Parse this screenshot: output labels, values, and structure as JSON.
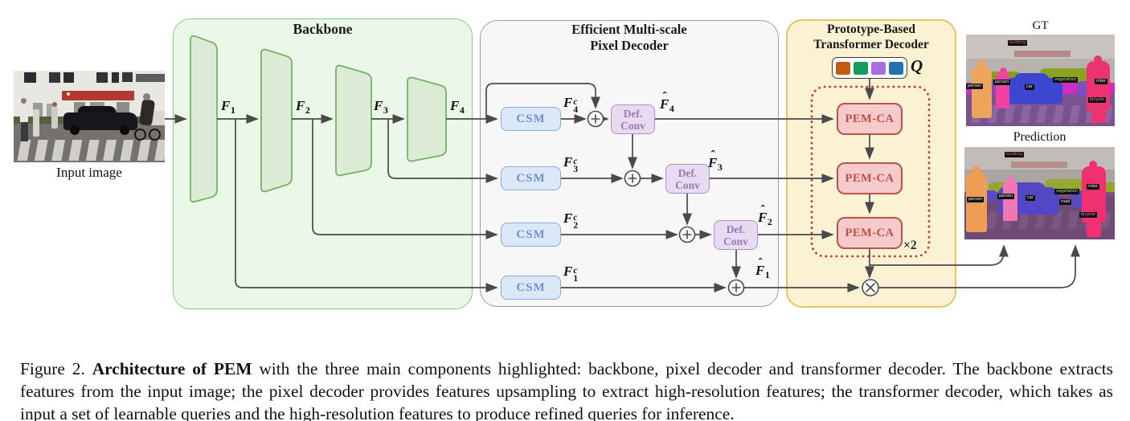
{
  "figure": {
    "input_image": {
      "caption": "Input image"
    },
    "backbone": {
      "title": "Backbone",
      "features": [
        {
          "base": "F",
          "sub": "1"
        },
        {
          "base": "F",
          "sub": "2"
        },
        {
          "base": "F",
          "sub": "3"
        },
        {
          "base": "F",
          "sub": "4"
        }
      ]
    },
    "pixel_decoder": {
      "title_line1": "Efficient Multi-scale",
      "title_line2": "Pixel Decoder",
      "csm_label": "CSM",
      "def_conv_line1": "Def.",
      "def_conv_line2": "Conv",
      "csm_out": [
        {
          "base": "F",
          "sub": "4",
          "sup": "c"
        },
        {
          "base": "F",
          "sub": "3",
          "sup": "c"
        },
        {
          "base": "F",
          "sub": "2",
          "sup": "c"
        },
        {
          "base": "F",
          "sub": "1",
          "sup": "c"
        }
      ],
      "refined": [
        {
          "hat": "ˆ",
          "base": "F",
          "sub": "4"
        },
        {
          "hat": "ˆ",
          "base": "F",
          "sub": "3"
        },
        {
          "hat": "ˆ",
          "base": "F",
          "sub": "2"
        },
        {
          "hat": "ˆ",
          "base": "F",
          "sub": "1"
        }
      ]
    },
    "transformer_decoder": {
      "title_line1": "Prototype-Based",
      "title_line2": "Transformer Decoder",
      "query_label": "Q",
      "query_colors": [
        "#c55a11",
        "#169b62",
        "#a86ee0",
        "#1f72ad"
      ],
      "pem_ca_label": "PEM-CA",
      "repeat_label": "×2"
    },
    "gt": {
      "title": "GT",
      "tags": [
        {
          "text": "building",
          "color": "#e06a66"
        },
        {
          "text": "person",
          "color": "#f2f2f2"
        },
        {
          "text": "person",
          "color": "#f2f2f2"
        },
        {
          "text": "car",
          "color": "#f2f2f2"
        },
        {
          "text": "vegetation",
          "color": "#b5e36a"
        },
        {
          "text": "rider",
          "color": "#f2f2f2"
        },
        {
          "text": "bicycle",
          "color": "#f28ac2"
        }
      ]
    },
    "prediction": {
      "title": "Prediction",
      "tags": [
        {
          "text": "building",
          "color": "#e06a66"
        },
        {
          "text": "person",
          "color": "#f2f2f2"
        },
        {
          "text": "person",
          "color": "#f2f2f2"
        },
        {
          "text": "car",
          "color": "#f2f2f2"
        },
        {
          "text": "vegetation",
          "color": "#b5e36a"
        },
        {
          "text": "road",
          "color": "#f2f2f2"
        },
        {
          "text": "rider",
          "color": "#f2f2f2"
        },
        {
          "text": "bicycle",
          "color": "#f28ac2"
        }
      ]
    }
  },
  "caption": {
    "prefix": "Figure 2.  ",
    "bold": "Architecture of PEM",
    "rest": " with the three main components highlighted: backbone, pixel decoder and transformer decoder. The backbone extracts features from the input image; the pixel decoder provides features upsampling to extract high-resolution features; the transformer decoder, which takes as input a set of learnable queries and the high-resolution features to produce refined queries for inference."
  },
  "colors": {
    "backbone_fill": "#ebf7e8",
    "backbone_border": "#8cc687",
    "stage_fill": "#dcebd5",
    "stage_border": "#74b266",
    "pixel_fill": "#f7f7f8",
    "pixel_border": "#9e9e9e",
    "csm_fill": "#dbe8f8",
    "csm_border": "#88abd8",
    "csm_text": "#7191cc",
    "defconv_fill": "#e7dbf2",
    "defconv_border": "#ad8fc9",
    "defconv_text": "#9c77b8",
    "transformer_fill": "#fbf2d4",
    "transformer_border": "#e5c566",
    "pemca_fill": "#f6caca",
    "pemca_border": "#b8544f",
    "pemca_text": "#c04f4b",
    "dotted_border": "#c0392b",
    "arrow": "#4a4a4a"
  }
}
